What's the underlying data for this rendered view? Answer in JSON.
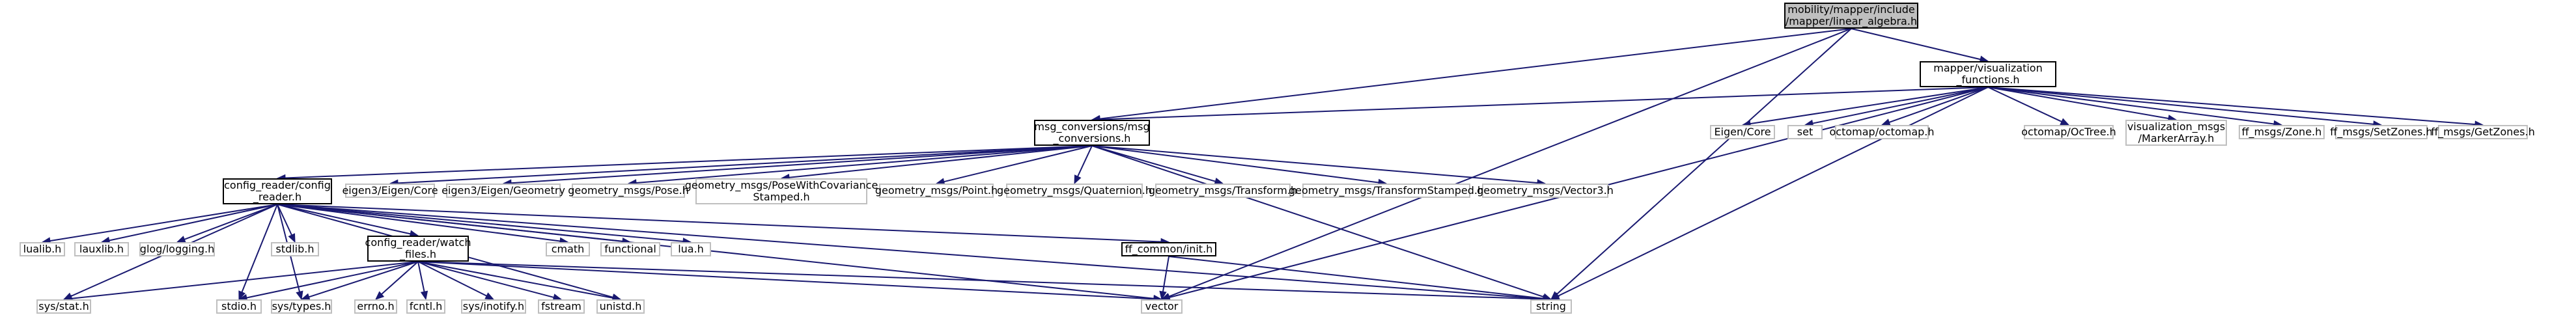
{
  "graph": {
    "nodes": [
      {
        "id": "root",
        "label": "mobility/mapper/include\n/mapper/linear_algebra.h",
        "kind": "root"
      },
      {
        "id": "vis",
        "label": "mapper/visualization\n_functions.h",
        "kind": "project"
      },
      {
        "id": "msg",
        "label": "msg_conversions/msg\n_conversions.h",
        "kind": "project"
      },
      {
        "id": "cfg",
        "label": "config_reader/config\n_reader.h",
        "kind": "project"
      },
      {
        "id": "watch",
        "label": "config_reader/watch\n_files.h",
        "kind": "project"
      },
      {
        "id": "ffinit",
        "label": "ff_common/init.h",
        "kind": "project"
      },
      {
        "id": "eigencore",
        "label": "Eigen/Core",
        "kind": "system"
      },
      {
        "id": "set",
        "label": "set",
        "kind": "system"
      },
      {
        "id": "octomap",
        "label": "octomap/octomap.h",
        "kind": "system"
      },
      {
        "id": "octree",
        "label": "octomap/OcTree.h",
        "kind": "system"
      },
      {
        "id": "marker",
        "label": "visualization_msgs\n/MarkerArray.h",
        "kind": "system"
      },
      {
        "id": "zone",
        "label": "ff_msgs/Zone.h",
        "kind": "system"
      },
      {
        "id": "setzones",
        "label": "ff_msgs/SetZones.h",
        "kind": "system"
      },
      {
        "id": "getzones",
        "label": "ff_msgs/GetZones.h",
        "kind": "system"
      },
      {
        "id": "e3core",
        "label": "eigen3/Eigen/Core",
        "kind": "system"
      },
      {
        "id": "e3geom",
        "label": "eigen3/Eigen/Geometry",
        "kind": "system"
      },
      {
        "id": "pose",
        "label": "geometry_msgs/Pose.h",
        "kind": "system"
      },
      {
        "id": "posecov",
        "label": "geometry_msgs/PoseWithCovariance\nStamped.h",
        "kind": "system"
      },
      {
        "id": "point",
        "label": "geometry_msgs/Point.h",
        "kind": "system"
      },
      {
        "id": "quat",
        "label": "geometry_msgs/Quaternion.h",
        "kind": "system"
      },
      {
        "id": "transform",
        "label": "geometry_msgs/Transform.h",
        "kind": "system"
      },
      {
        "id": "tfstamped",
        "label": "geometry_msgs/TransformStamped.h",
        "kind": "system"
      },
      {
        "id": "vector3",
        "label": "geometry_msgs/Vector3.h",
        "kind": "system"
      },
      {
        "id": "lualib",
        "label": "lualib.h",
        "kind": "system"
      },
      {
        "id": "lauxlib",
        "label": "lauxlib.h",
        "kind": "system"
      },
      {
        "id": "glog",
        "label": "glog/logging.h",
        "kind": "system"
      },
      {
        "id": "stdlib",
        "label": "stdlib.h",
        "kind": "system"
      },
      {
        "id": "cmath",
        "label": "cmath",
        "kind": "system"
      },
      {
        "id": "functional",
        "label": "functional",
        "kind": "system"
      },
      {
        "id": "luah",
        "label": "lua.h",
        "kind": "system"
      },
      {
        "id": "sysstat",
        "label": "sys/stat.h",
        "kind": "system"
      },
      {
        "id": "stdio",
        "label": "stdio.h",
        "kind": "system"
      },
      {
        "id": "systypes",
        "label": "sys/types.h",
        "kind": "system"
      },
      {
        "id": "errno",
        "label": "errno.h",
        "kind": "system"
      },
      {
        "id": "fcntl",
        "label": "fcntl.h",
        "kind": "system"
      },
      {
        "id": "inotify",
        "label": "sys/inotify.h",
        "kind": "system"
      },
      {
        "id": "fstream",
        "label": "fstream",
        "kind": "system"
      },
      {
        "id": "unistd",
        "label": "unistd.h",
        "kind": "system"
      },
      {
        "id": "vector",
        "label": "vector",
        "kind": "system"
      },
      {
        "id": "string",
        "label": "string",
        "kind": "system"
      }
    ],
    "edges": [
      [
        "root",
        "vis"
      ],
      [
        "root",
        "msg"
      ],
      [
        "root",
        "vector"
      ],
      [
        "root",
        "string"
      ],
      [
        "vis",
        "msg"
      ],
      [
        "vis",
        "eigencore"
      ],
      [
        "vis",
        "set"
      ],
      [
        "vis",
        "octomap"
      ],
      [
        "vis",
        "octree"
      ],
      [
        "vis",
        "marker"
      ],
      [
        "vis",
        "zone"
      ],
      [
        "vis",
        "setzones"
      ],
      [
        "vis",
        "getzones"
      ],
      [
        "vis",
        "vector"
      ],
      [
        "vis",
        "string"
      ],
      [
        "msg",
        "cfg"
      ],
      [
        "msg",
        "e3core"
      ],
      [
        "msg",
        "e3geom"
      ],
      [
        "msg",
        "pose"
      ],
      [
        "msg",
        "posecov"
      ],
      [
        "msg",
        "point"
      ],
      [
        "msg",
        "quat"
      ],
      [
        "msg",
        "transform"
      ],
      [
        "msg",
        "tfstamped"
      ],
      [
        "msg",
        "vector3"
      ],
      [
        "msg",
        "string"
      ],
      [
        "cfg",
        "lualib"
      ],
      [
        "cfg",
        "lauxlib"
      ],
      [
        "cfg",
        "glog"
      ],
      [
        "cfg",
        "stdlib"
      ],
      [
        "cfg",
        "cmath"
      ],
      [
        "cfg",
        "functional"
      ],
      [
        "cfg",
        "luah"
      ],
      [
        "cfg",
        "watch"
      ],
      [
        "cfg",
        "ffinit"
      ],
      [
        "cfg",
        "sysstat"
      ],
      [
        "cfg",
        "stdio"
      ],
      [
        "cfg",
        "systypes"
      ],
      [
        "cfg",
        "unistd"
      ],
      [
        "cfg",
        "vector"
      ],
      [
        "cfg",
        "string"
      ],
      [
        "watch",
        "sysstat"
      ],
      [
        "watch",
        "stdio"
      ],
      [
        "watch",
        "systypes"
      ],
      [
        "watch",
        "errno"
      ],
      [
        "watch",
        "fcntl"
      ],
      [
        "watch",
        "inotify"
      ],
      [
        "watch",
        "fstream"
      ],
      [
        "watch",
        "unistd"
      ],
      [
        "watch",
        "vector"
      ],
      [
        "watch",
        "string"
      ],
      [
        "ffinit",
        "vector"
      ],
      [
        "ffinit",
        "string"
      ]
    ]
  }
}
